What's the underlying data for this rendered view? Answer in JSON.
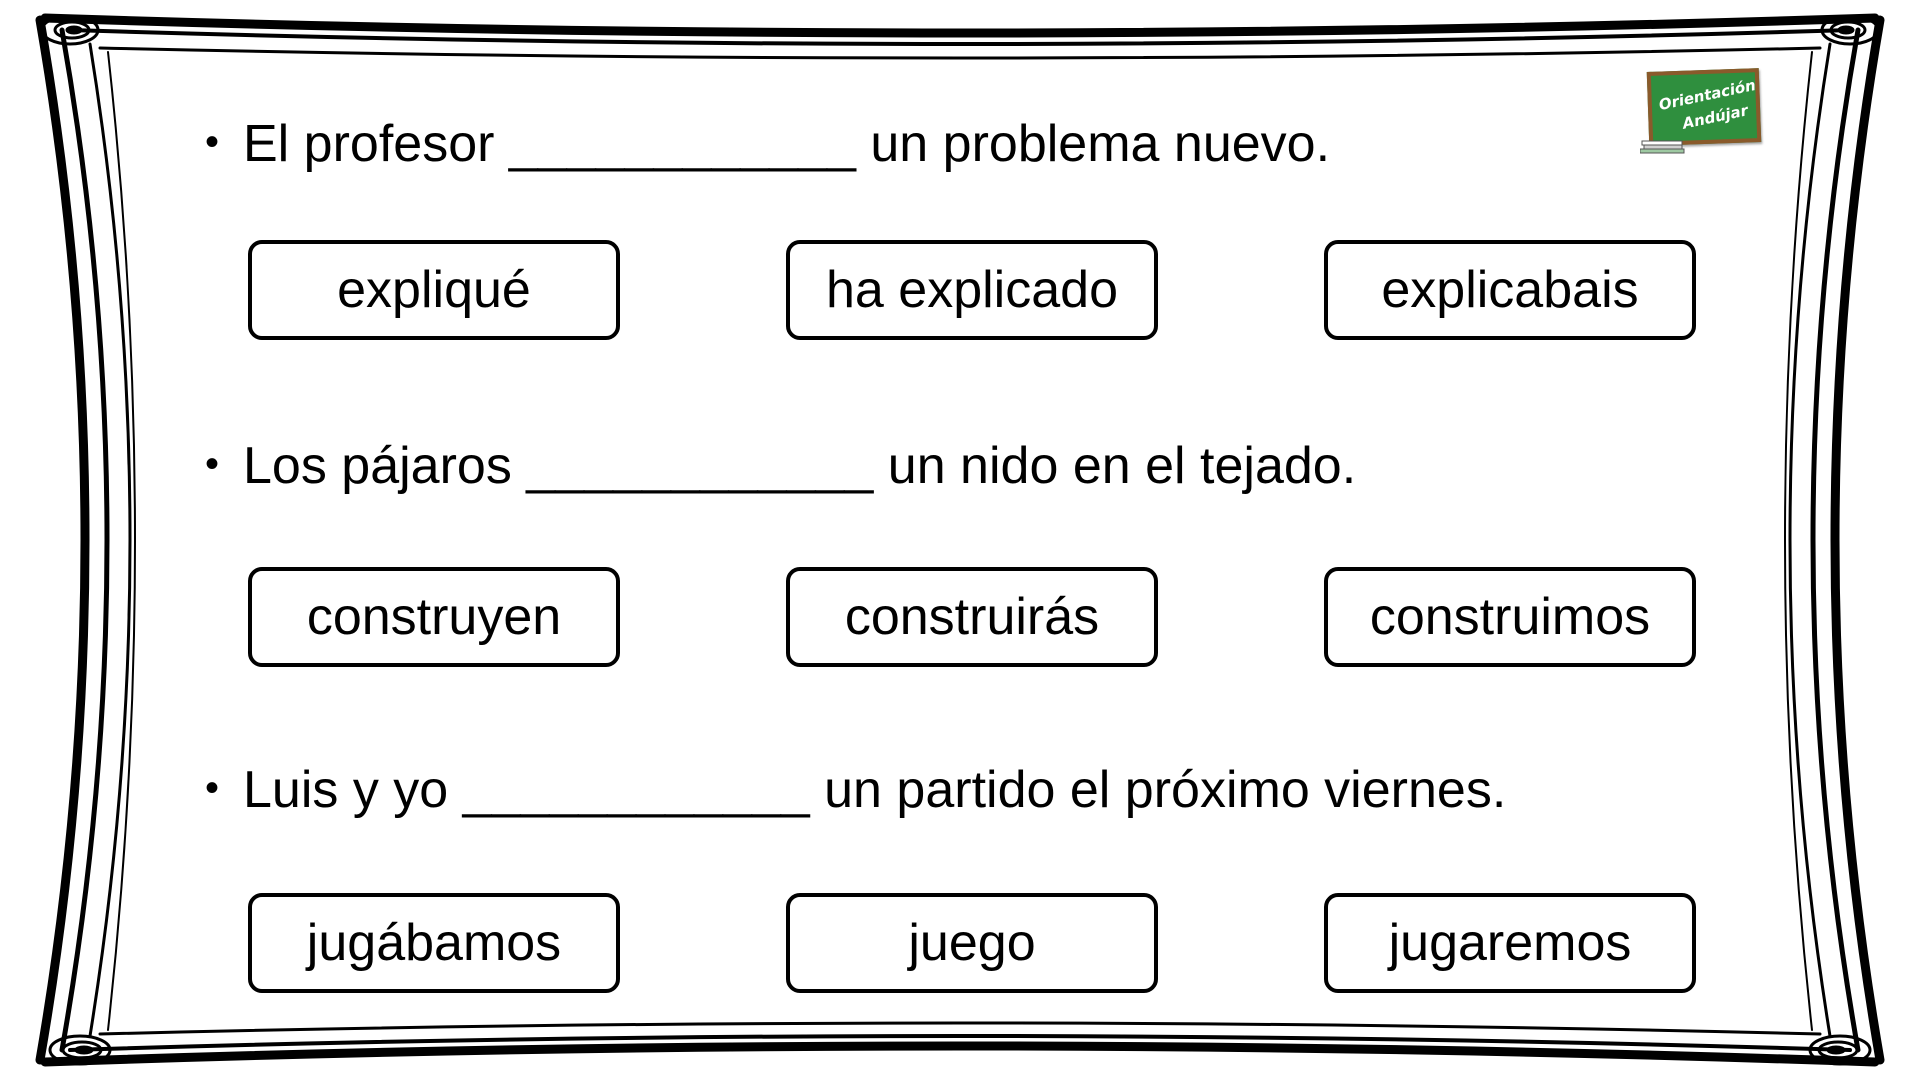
{
  "logo": {
    "line1": "Orientación",
    "line2": "Andújar"
  },
  "exercises": [
    {
      "sentence": "El profesor ____________ un problema nuevo.",
      "options": [
        "expliqué",
        "ha explicado",
        "explicabais"
      ]
    },
    {
      "sentence": "Los pájaros ____________ un nido en el tejado.",
      "options": [
        "construyen",
        "construirás",
        "construimos"
      ]
    },
    {
      "sentence": "Luis y yo ____________ un partido el próximo viernes.",
      "options": [
        "jugábamos",
        "juego",
        "jugaremos"
      ]
    }
  ],
  "colors": {
    "frame": "#000000",
    "board": "#2f8f3e",
    "board_border": "#8a5a2b"
  }
}
